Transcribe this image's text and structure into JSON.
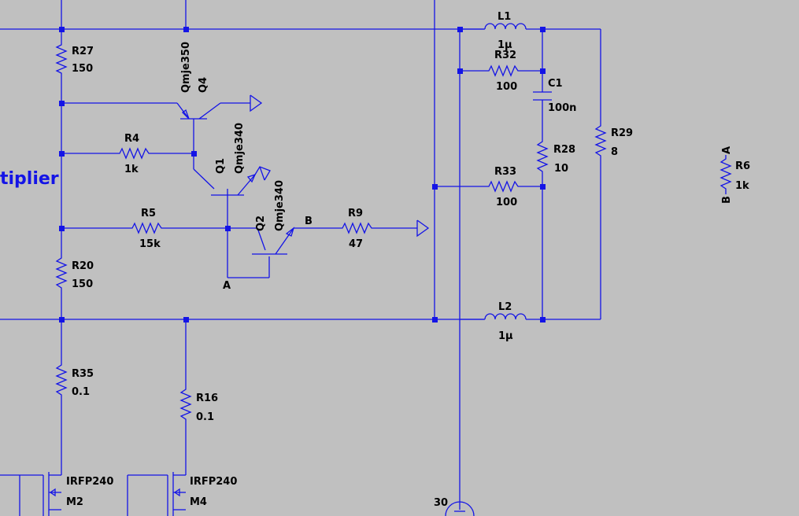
{
  "colors": {
    "background": "#c0c0c0",
    "wire": "#1414e6",
    "text": "#000000"
  },
  "title": "tiplier",
  "components": {
    "R27": {
      "ref": "R27",
      "value": "150"
    },
    "R4": {
      "ref": "R4",
      "value": "1k"
    },
    "R5": {
      "ref": "R5",
      "value": "15k"
    },
    "R20": {
      "ref": "R20",
      "value": "150"
    },
    "R35": {
      "ref": "R35",
      "value": "0.1"
    },
    "R16": {
      "ref": "R16",
      "value": "0.1"
    },
    "R9": {
      "ref": "R9",
      "value": "47"
    },
    "R32": {
      "ref": "R32",
      "value": "100"
    },
    "R33": {
      "ref": "R33",
      "value": "100"
    },
    "R28": {
      "ref": "R28",
      "value": "10"
    },
    "R29": {
      "ref": "R29",
      "value": "8"
    },
    "R6": {
      "ref": "R6",
      "value": "1k"
    },
    "L1": {
      "ref": "L1",
      "value": "1µ"
    },
    "L2": {
      "ref": "L2",
      "value": "1µ"
    },
    "C1": {
      "ref": "C1",
      "value": "100n"
    },
    "Q4": {
      "ref": "Q4",
      "model": "Qmje350"
    },
    "Q1": {
      "ref": "Q1",
      "model": "Qmje340"
    },
    "Q2": {
      "ref": "Q2",
      "model": "Qmje340"
    },
    "M2": {
      "ref": "M2",
      "model": "IRFP240"
    },
    "M4": {
      "ref": "M4",
      "model": "IRFP240"
    }
  },
  "nets": {
    "A": "A",
    "B": "B",
    "r6_a": "A",
    "r6_b": "B"
  },
  "source_value": "30"
}
